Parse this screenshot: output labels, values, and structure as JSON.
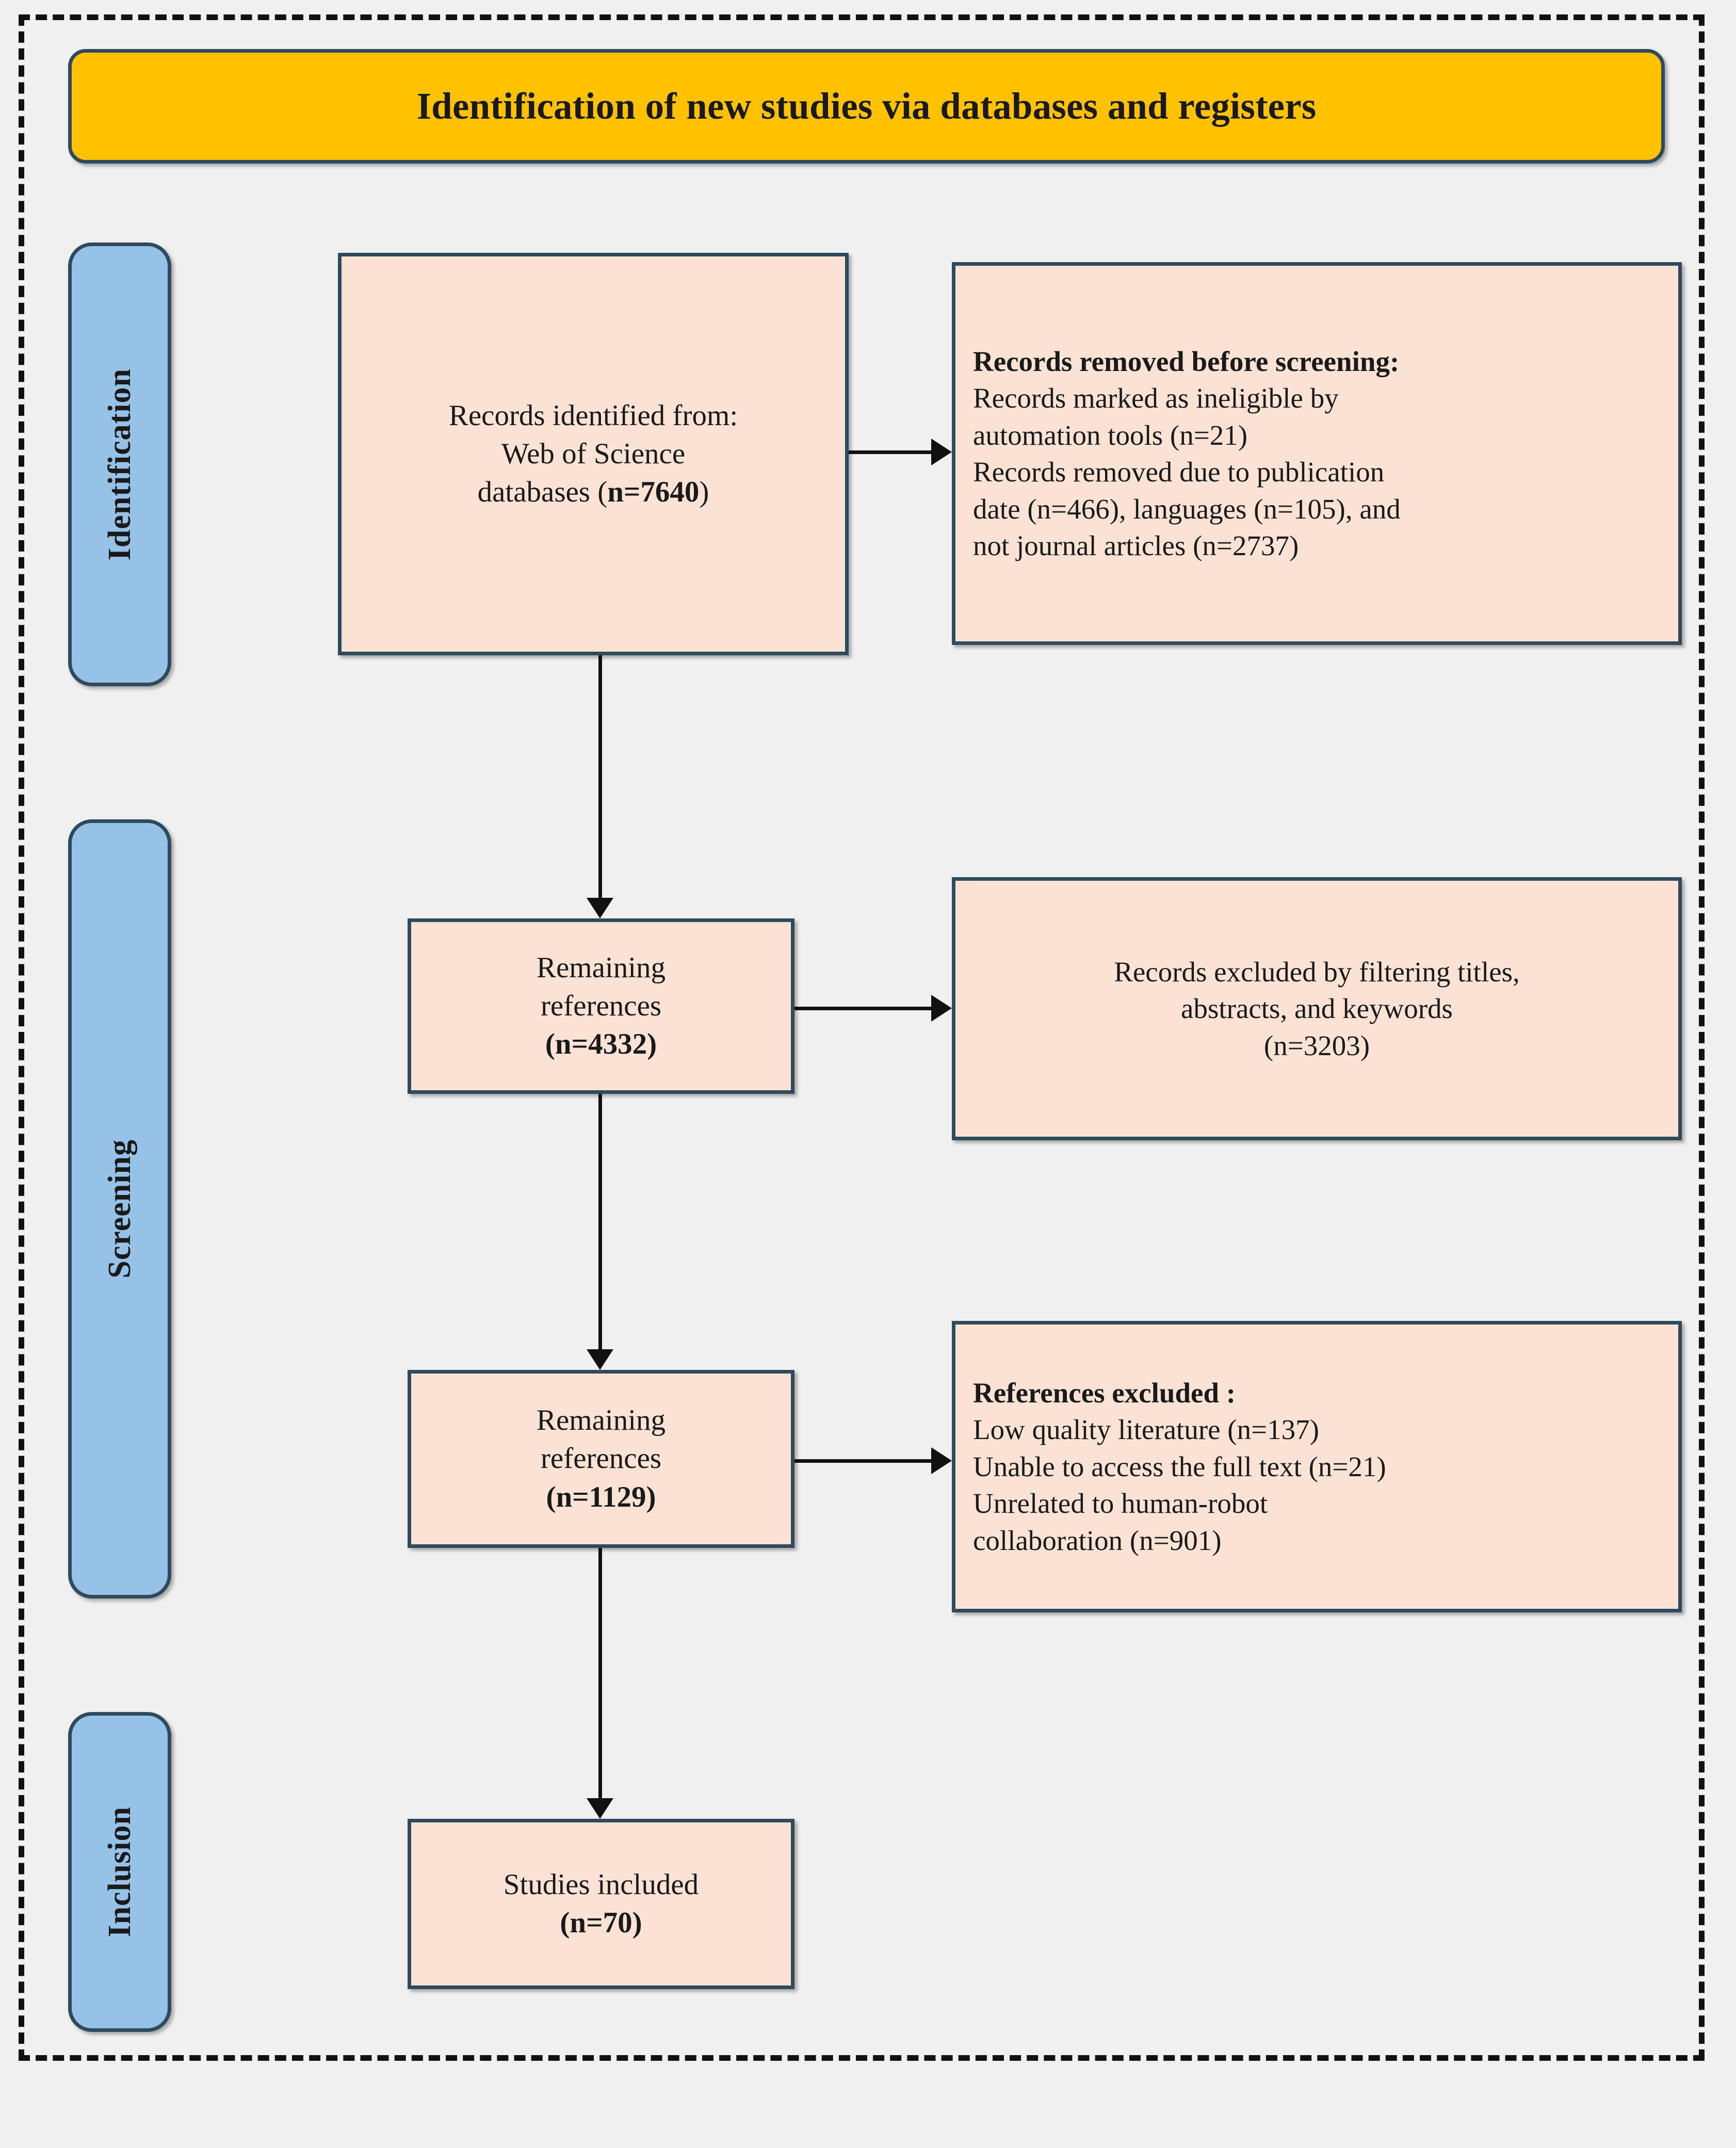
{
  "figure": {
    "type": "prisma-flow-diagram",
    "banner_title": "Identification of new studies via databases and registers"
  },
  "colors": {
    "banner_fill": "#ffc100",
    "stage_fill": "#97c2e8",
    "node_fill": "#fae2d5",
    "border": "#2e4a5c",
    "background": "#f0f0f0",
    "connector": "#111111"
  },
  "stages": [
    {
      "label": "Identification"
    },
    {
      "label": "Screening"
    },
    {
      "label": "Inclusion"
    }
  ],
  "nodes": {
    "identified": {
      "line1": "Records identified from:",
      "line2": "Web of Science",
      "line3_prefix": "databases (",
      "line3_bold": "n=7640",
      "line3_suffix": ")"
    },
    "removed_before_screening": {
      "heading": "Records removed before screening:",
      "line1": "Records marked as ineligible by",
      "line2": "automation tools (n=21)",
      "line3": "Records removed due to publication",
      "line4": "date (n=466), languages (n=105), and",
      "line5": "not journal articles (n=2737)"
    },
    "remaining_4332": {
      "line1": "Remaining",
      "line2": "references",
      "line3_bold": "(n=4332)"
    },
    "excluded_filtering": {
      "line1": "Records excluded by filtering titles,",
      "line2": "abstracts, and keywords",
      "line3": "(n=3203)"
    },
    "remaining_1129": {
      "line1": "Remaining",
      "line2": "references",
      "line3_bold": "(n=1129)"
    },
    "references_excluded": {
      "heading": "References excluded :",
      "line1": "Low quality literature (n=137)",
      "line2": "Unable to access the full text (n=21)",
      "line3": "Unrelated to human-robot",
      "line4": "collaboration (n=901)"
    },
    "studies_included": {
      "line1": "Studies included",
      "line2_bold": "(n=70)"
    }
  },
  "chart_data": {
    "type": "flow",
    "title": "Identification of new studies via databases and registers",
    "stages": [
      "Identification",
      "Screening",
      "Inclusion"
    ],
    "steps": [
      {
        "stage": "Identification",
        "label": "Records identified from: Web of Science databases",
        "n": 7640
      },
      {
        "stage": "Identification",
        "label": "Records marked as ineligible by automation tools",
        "n": 21,
        "kind": "excluded"
      },
      {
        "stage": "Identification",
        "label": "Records removed due to publication date",
        "n": 466,
        "kind": "excluded"
      },
      {
        "stage": "Identification",
        "label": "Records removed due to languages",
        "n": 105,
        "kind": "excluded"
      },
      {
        "stage": "Identification",
        "label": "Records removed, not journal articles",
        "n": 2737,
        "kind": "excluded"
      },
      {
        "stage": "Screening",
        "label": "Remaining references",
        "n": 4332
      },
      {
        "stage": "Screening",
        "label": "Records excluded by filtering titles, abstracts, and keywords",
        "n": 3203,
        "kind": "excluded"
      },
      {
        "stage": "Screening",
        "label": "Remaining references",
        "n": 1129
      },
      {
        "stage": "Screening",
        "label": "Low quality literature",
        "n": 137,
        "kind": "excluded"
      },
      {
        "stage": "Screening",
        "label": "Unable to access the full text",
        "n": 21,
        "kind": "excluded"
      },
      {
        "stage": "Screening",
        "label": "Unrelated to human-robot collaboration",
        "n": 901,
        "kind": "excluded"
      },
      {
        "stage": "Inclusion",
        "label": "Studies included",
        "n": 70
      }
    ]
  }
}
